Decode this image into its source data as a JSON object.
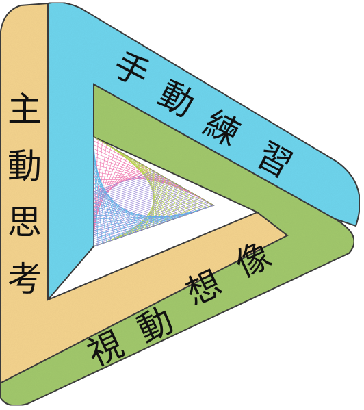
{
  "diagram": {
    "colors": {
      "left_band": "#f5d48f",
      "top_band": "#6fd6ee",
      "bottom_band": "#a3c96d",
      "outline": "#3c3c3c",
      "center_background": "#ffffff",
      "string_art": [
        "#f07ab0",
        "#b6d64a",
        "#5bb6e8",
        "#9a8ad6"
      ]
    },
    "labels": {
      "left": [
        "主",
        "動",
        "思",
        "考"
      ],
      "top": [
        "手",
        "動",
        "練",
        "習"
      ],
      "bottom": [
        "視",
        "動",
        "想",
        "像"
      ]
    }
  }
}
